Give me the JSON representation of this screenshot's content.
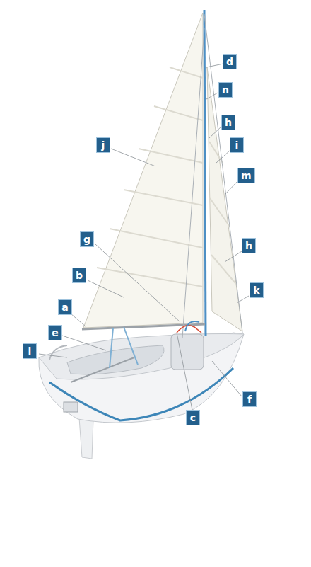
{
  "diagram": {
    "labels": [
      "d",
      "n",
      "h",
      "i",
      "j",
      "m",
      "g",
      "h",
      "b",
      "k",
      "a",
      "e",
      "l",
      "f",
      "c"
    ]
  }
}
